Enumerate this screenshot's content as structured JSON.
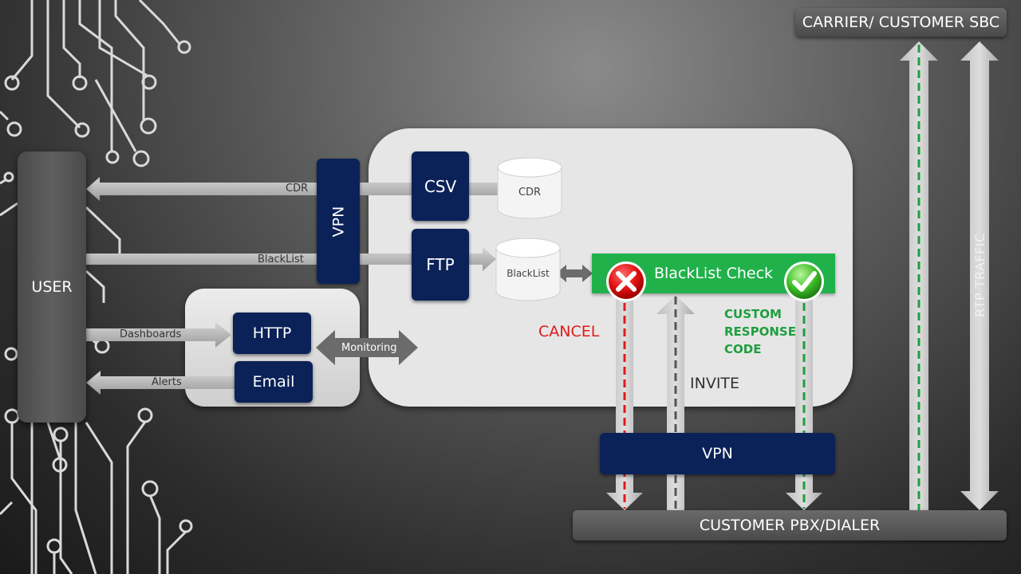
{
  "nodes": {
    "user": "USER",
    "vpn_vertical": "VPN",
    "csv": "CSV",
    "ftp": "FTP",
    "cdr_db": "CDR",
    "blacklist_db": "BlackList",
    "http": "HTTP",
    "email": "Email",
    "blacklist_check": "BlackList Check",
    "vpn_bottom": "VPN",
    "carrier": "CARRIER/ CUSTOMER SBC",
    "customer_pbx": "CUSTOMER PBX/DIALER"
  },
  "flows": {
    "cdr": "CDR",
    "blacklist": "BlackList",
    "dashboards": "Dashboards",
    "alerts": "Alerts",
    "monitoring": "Monitoring",
    "cancel": "CANCEL",
    "invite": "INVITE",
    "custom_response_code": [
      "CUSTOM",
      "RESPONSE",
      "CODE"
    ],
    "rtp_traffic": "RTP TRAFFIC"
  },
  "colors": {
    "navy": "#0b2258",
    "green": "#21b14a",
    "cancel_red": "#e01a1a",
    "response_green": "#1e9e3e"
  },
  "icons": {
    "reject": "red-x-icon",
    "accept": "green-check-icon"
  }
}
